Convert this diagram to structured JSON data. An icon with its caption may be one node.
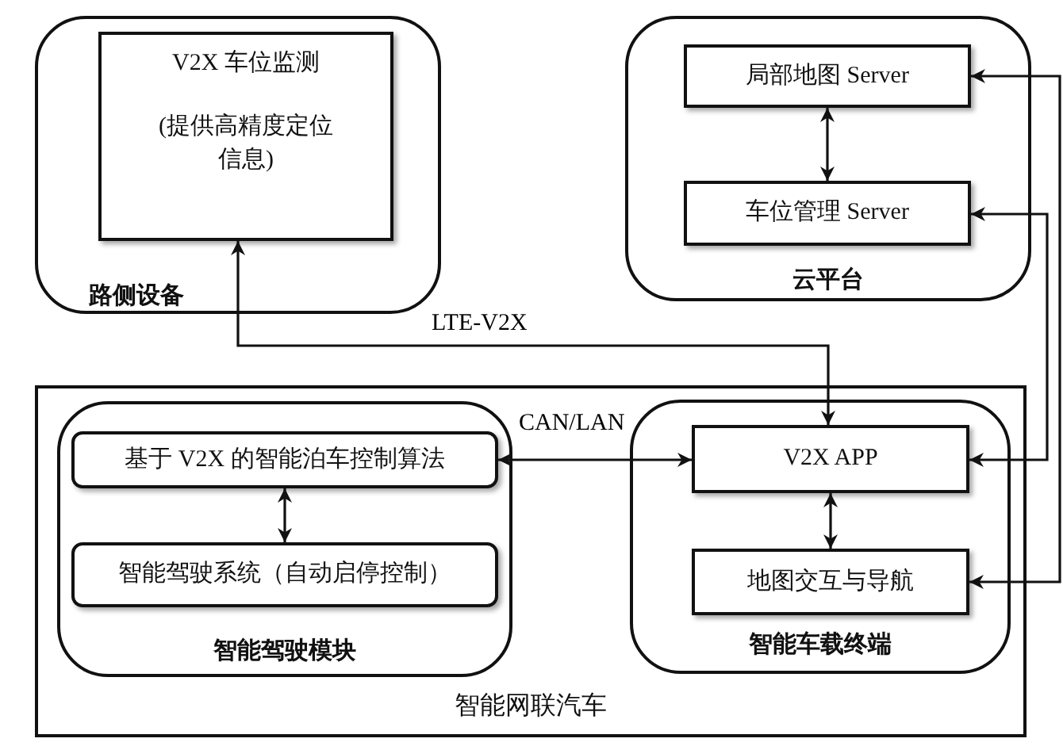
{
  "diagram": {
    "nodes": [
      {
        "text": [
          "路侧设备"
        ]
      },
      {
        "text": [
          "V2X 车位监测",
          "(提供高精度定位信息)"
        ],
        "in": 0
      },
      {
        "text": [
          "云平台"
        ]
      },
      {
        "text": [
          "局部地图 Server"
        ],
        "in": 2
      },
      {
        "text": [
          "车位管理 Server"
        ],
        "in": 2
      },
      {
        "text": [
          "智能网联汽车"
        ]
      },
      {
        "text": [
          "智能驾驶模块"
        ],
        "in": 5
      },
      {
        "text": [
          "基于 V2X 的智能泊车控制算法"
        ],
        "in": 6
      },
      {
        "text": [
          "智能驾驶系统（自动启停控制）"
        ],
        "in": 6
      },
      {
        "text": [
          "智能车载终端"
        ],
        "in": 5
      },
      {
        "text": [
          "V2X APP"
        ],
        "in": 9
      },
      {
        "text": [
          "地图交互与导航"
        ],
        "in": 9
      }
    ],
    "edges": [
      {
        "from": 3,
        "to": 4,
        "arrow": "both"
      },
      {
        "from": 1,
        "to": 10,
        "arrow": "both",
        "label": "LTE-V2X"
      },
      {
        "from": 7,
        "to": 10,
        "arrow": "both",
        "label": "CAN/LAN"
      },
      {
        "from": 7,
        "to": 8,
        "arrow": "both"
      },
      {
        "from": 10,
        "to": 11,
        "arrow": "both"
      },
      {
        "from": 3,
        "to": 11,
        "arrow": "both"
      },
      {
        "from": 4,
        "to": 10,
        "arrow": "both"
      }
    ]
  }
}
